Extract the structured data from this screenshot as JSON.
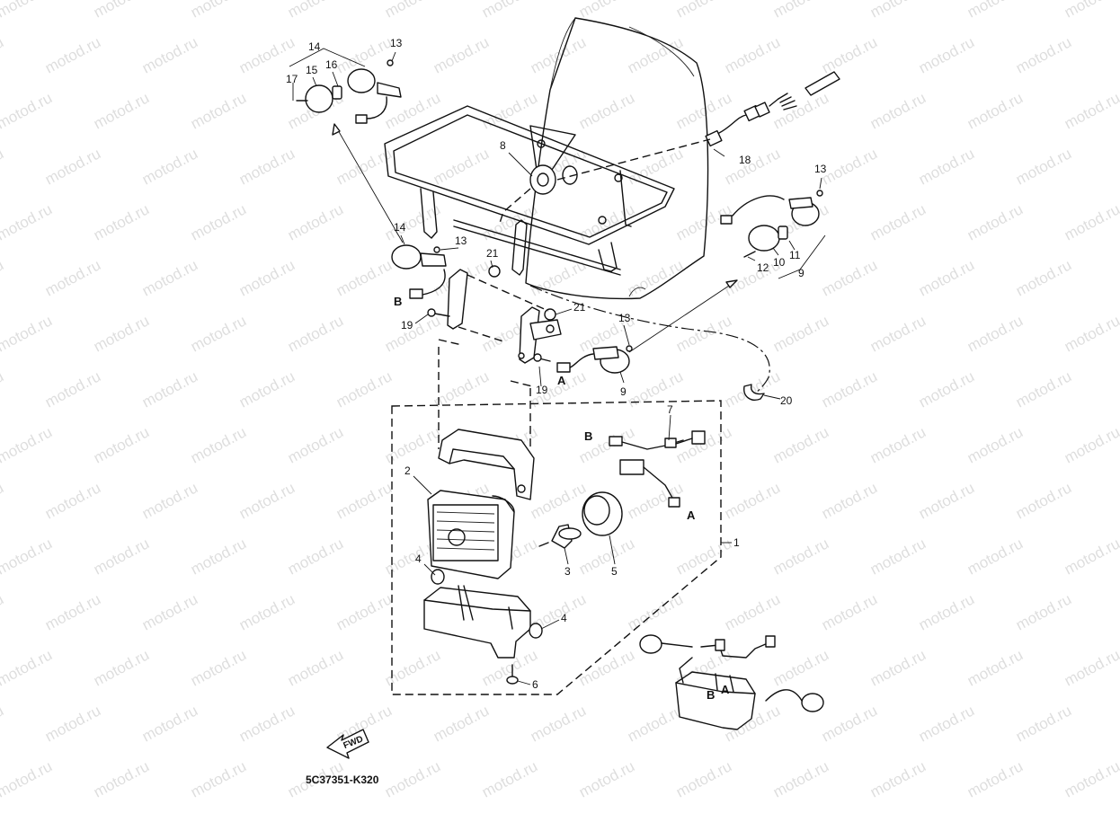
{
  "watermark": "motod.ru",
  "diagram_code": "5C37351-K320",
  "fwd_label": "FWD",
  "connector_letters": {
    "a": "A",
    "b": "B"
  },
  "callouts": {
    "c1": "1",
    "c2": "2",
    "c3": "3",
    "c4": "4",
    "c5": "5",
    "c6": "6",
    "c7": "7",
    "c8": "8",
    "c9": "9",
    "c10": "10",
    "c11": "11",
    "c12": "12",
    "c13": "13",
    "c14": "14",
    "c15": "15",
    "c16": "16",
    "c17": "17",
    "c18": "18",
    "c19": "19",
    "c20": "20",
    "c21": "21"
  }
}
